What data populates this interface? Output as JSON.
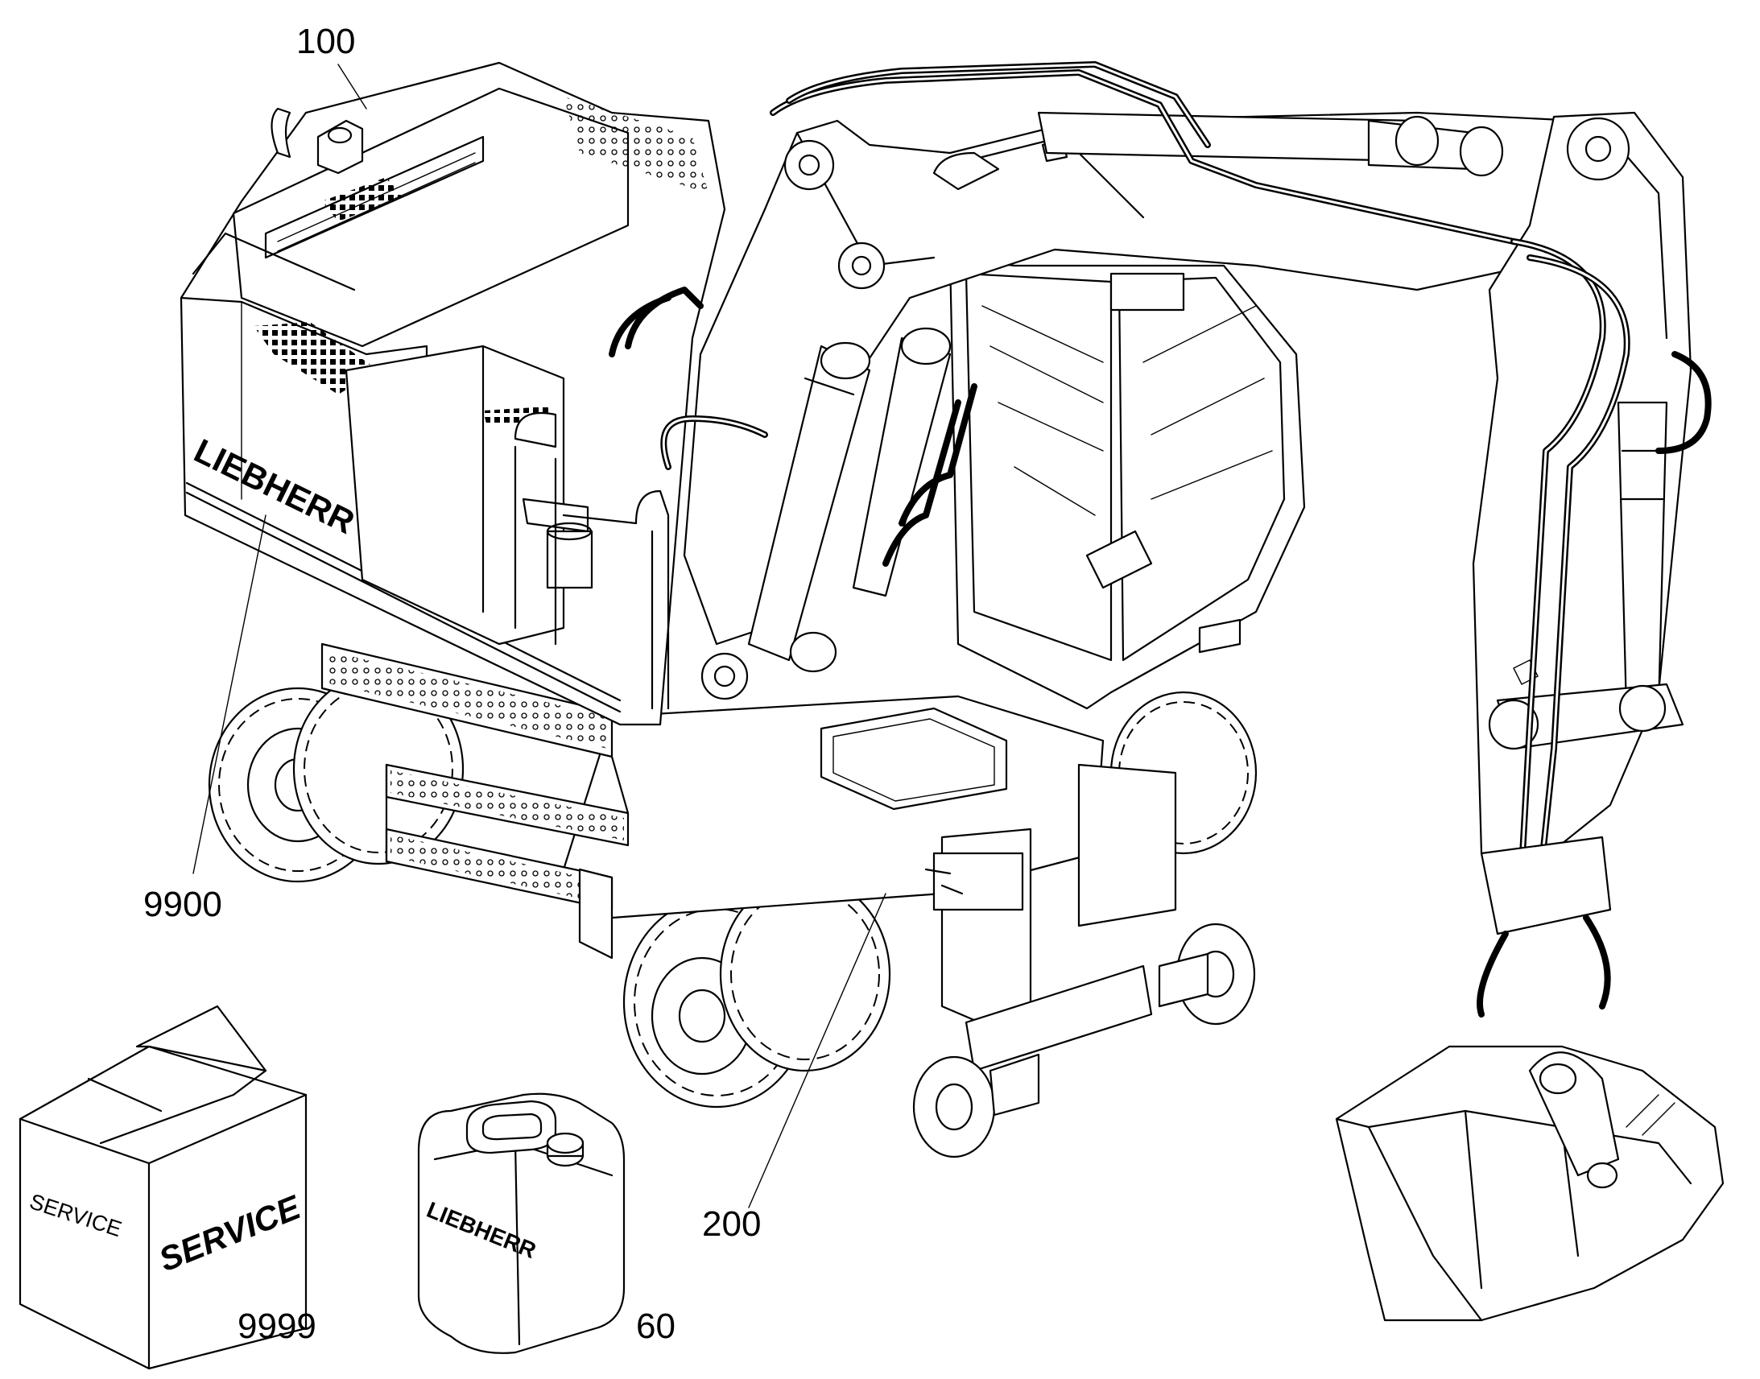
{
  "callouts": {
    "c100": "100",
    "c9900": "9900",
    "c200": "200",
    "c9999": "9999",
    "c60": "60"
  },
  "branding": {
    "machine_side": "LIEBHERR",
    "canister": "LIEBHERR",
    "box_side": "SERVICE",
    "box_front": "SERVICE"
  },
  "colors": {
    "line": "#000000",
    "background": "#ffffff"
  }
}
